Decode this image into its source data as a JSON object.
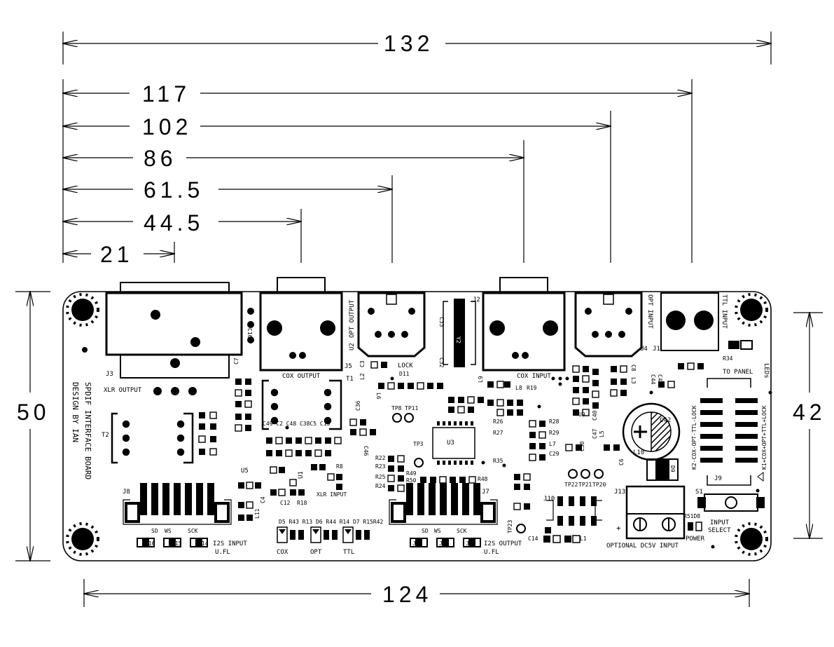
{
  "dimensions": {
    "top": [
      {
        "value": "132"
      },
      {
        "value": "117"
      },
      {
        "value": "102"
      },
      {
        "value": "86"
      },
      {
        "value": "61.5"
      },
      {
        "value": "44.5"
      },
      {
        "value": "21"
      }
    ],
    "left": "50",
    "right": "42",
    "bottom": "124"
  },
  "board": {
    "connectors": {
      "j3": "J3",
      "xlr_output": "XLR OUTPUT",
      "t2": "T2",
      "j5": "J5",
      "cox_output": "COX OUTPUT",
      "t1": "T1",
      "u2": "U2",
      "opt_output": "OPT OUTPUT",
      "j2": "J2",
      "y2": "Y2",
      "cox_input": "COX INPUT",
      "opt_input": "OPT INPUT",
      "u4": "U4",
      "j1": "J1",
      "ttl_input": "TTL INPUT",
      "j8": "J8",
      "j7": "J7",
      "j10": "J10",
      "j13": "J13",
      "j9": "J9",
      "s1": "S1",
      "u3": "U3",
      "u5": "U5",
      "u1": "U1",
      "u9": "U9"
    },
    "labels": {
      "title_line1": "SPDIF INTERFACE BOARD",
      "title_line2": "DESIGN BY IAN",
      "lock": "LOCK",
      "to_panel": "TO PANEL",
      "leds": "LEDs",
      "k2": "K2-COX-OPT-TTL-LOCK",
      "k1": "K1+COX+OPT+TTL+LOCK",
      "i2s_input": "I2S INPUT",
      "ufl_left": "U.FL",
      "i2s_output": "I2S OUTPUT",
      "ufl_right": "U.FL",
      "xlr_input": "XLR INPUT",
      "optional_dc": "OPTIONAL DC5V INPUT",
      "input_select_1": "INPUT",
      "input_select_2": "SELECT",
      "power": "POWER",
      "r51d8": "R51D8",
      "cox": "COX",
      "opt": "OPT",
      "ttl": "TTL",
      "sd_l": "SD",
      "ws_l": "WS",
      "sck_l": "SCK",
      "sd_r": "SD",
      "ws_r": "WS",
      "sck_r": "SCK",
      "j16": "J16",
      "j15": "J15",
      "j14": "J14",
      "j19": "J19",
      "j18": "J18",
      "j17": "J17",
      "led_row": "D5 R43 R13 D6 R44 R14 D7 R15R42",
      "c42": "C42",
      "l10": "L10",
      "d9": "D9",
      "c9": "C9",
      "tp8": "TP8",
      "tp11": "TP11",
      "tp3": "TP3",
      "tp22": "TP22",
      "tp21": "TP21",
      "tp20": "TP20",
      "tp23": "TP23",
      "c14": "C14",
      "l1": "L1",
      "r34": "R34",
      "plus": "+",
      "d11": "D11",
      "caps_row": "C49 C2 C48 C38C5 C15",
      "r28": "R28",
      "r29": "R29",
      "r26": "R26",
      "r27": "R27",
      "c29": "C29",
      "l7": "L7",
      "r35": "R35",
      "r48": "R48",
      "r49": "R49",
      "r50": "R50",
      "r22": "R22",
      "r23": "R23",
      "r25": "R25",
      "r24": "R24",
      "c33": "C33",
      "c32": "C32",
      "c3": "C3",
      "c16": "C16",
      "c7": "C7",
      "c46": "C46",
      "c36": "C36",
      "r8": "R8",
      "r18": "R18",
      "c12": "C12",
      "l11": "L11",
      "c4": "C4",
      "l2": "L2",
      "l6": "L6",
      "l9": "L9",
      "l8": "L8",
      "r19": "R19",
      "c8": "C8",
      "l3": "L3",
      "c45": "C45",
      "l5": "L5",
      "c47": "C47",
      "c6": "C6",
      "c30": "C30",
      "c40": "C40",
      "c44": "C44"
    }
  }
}
